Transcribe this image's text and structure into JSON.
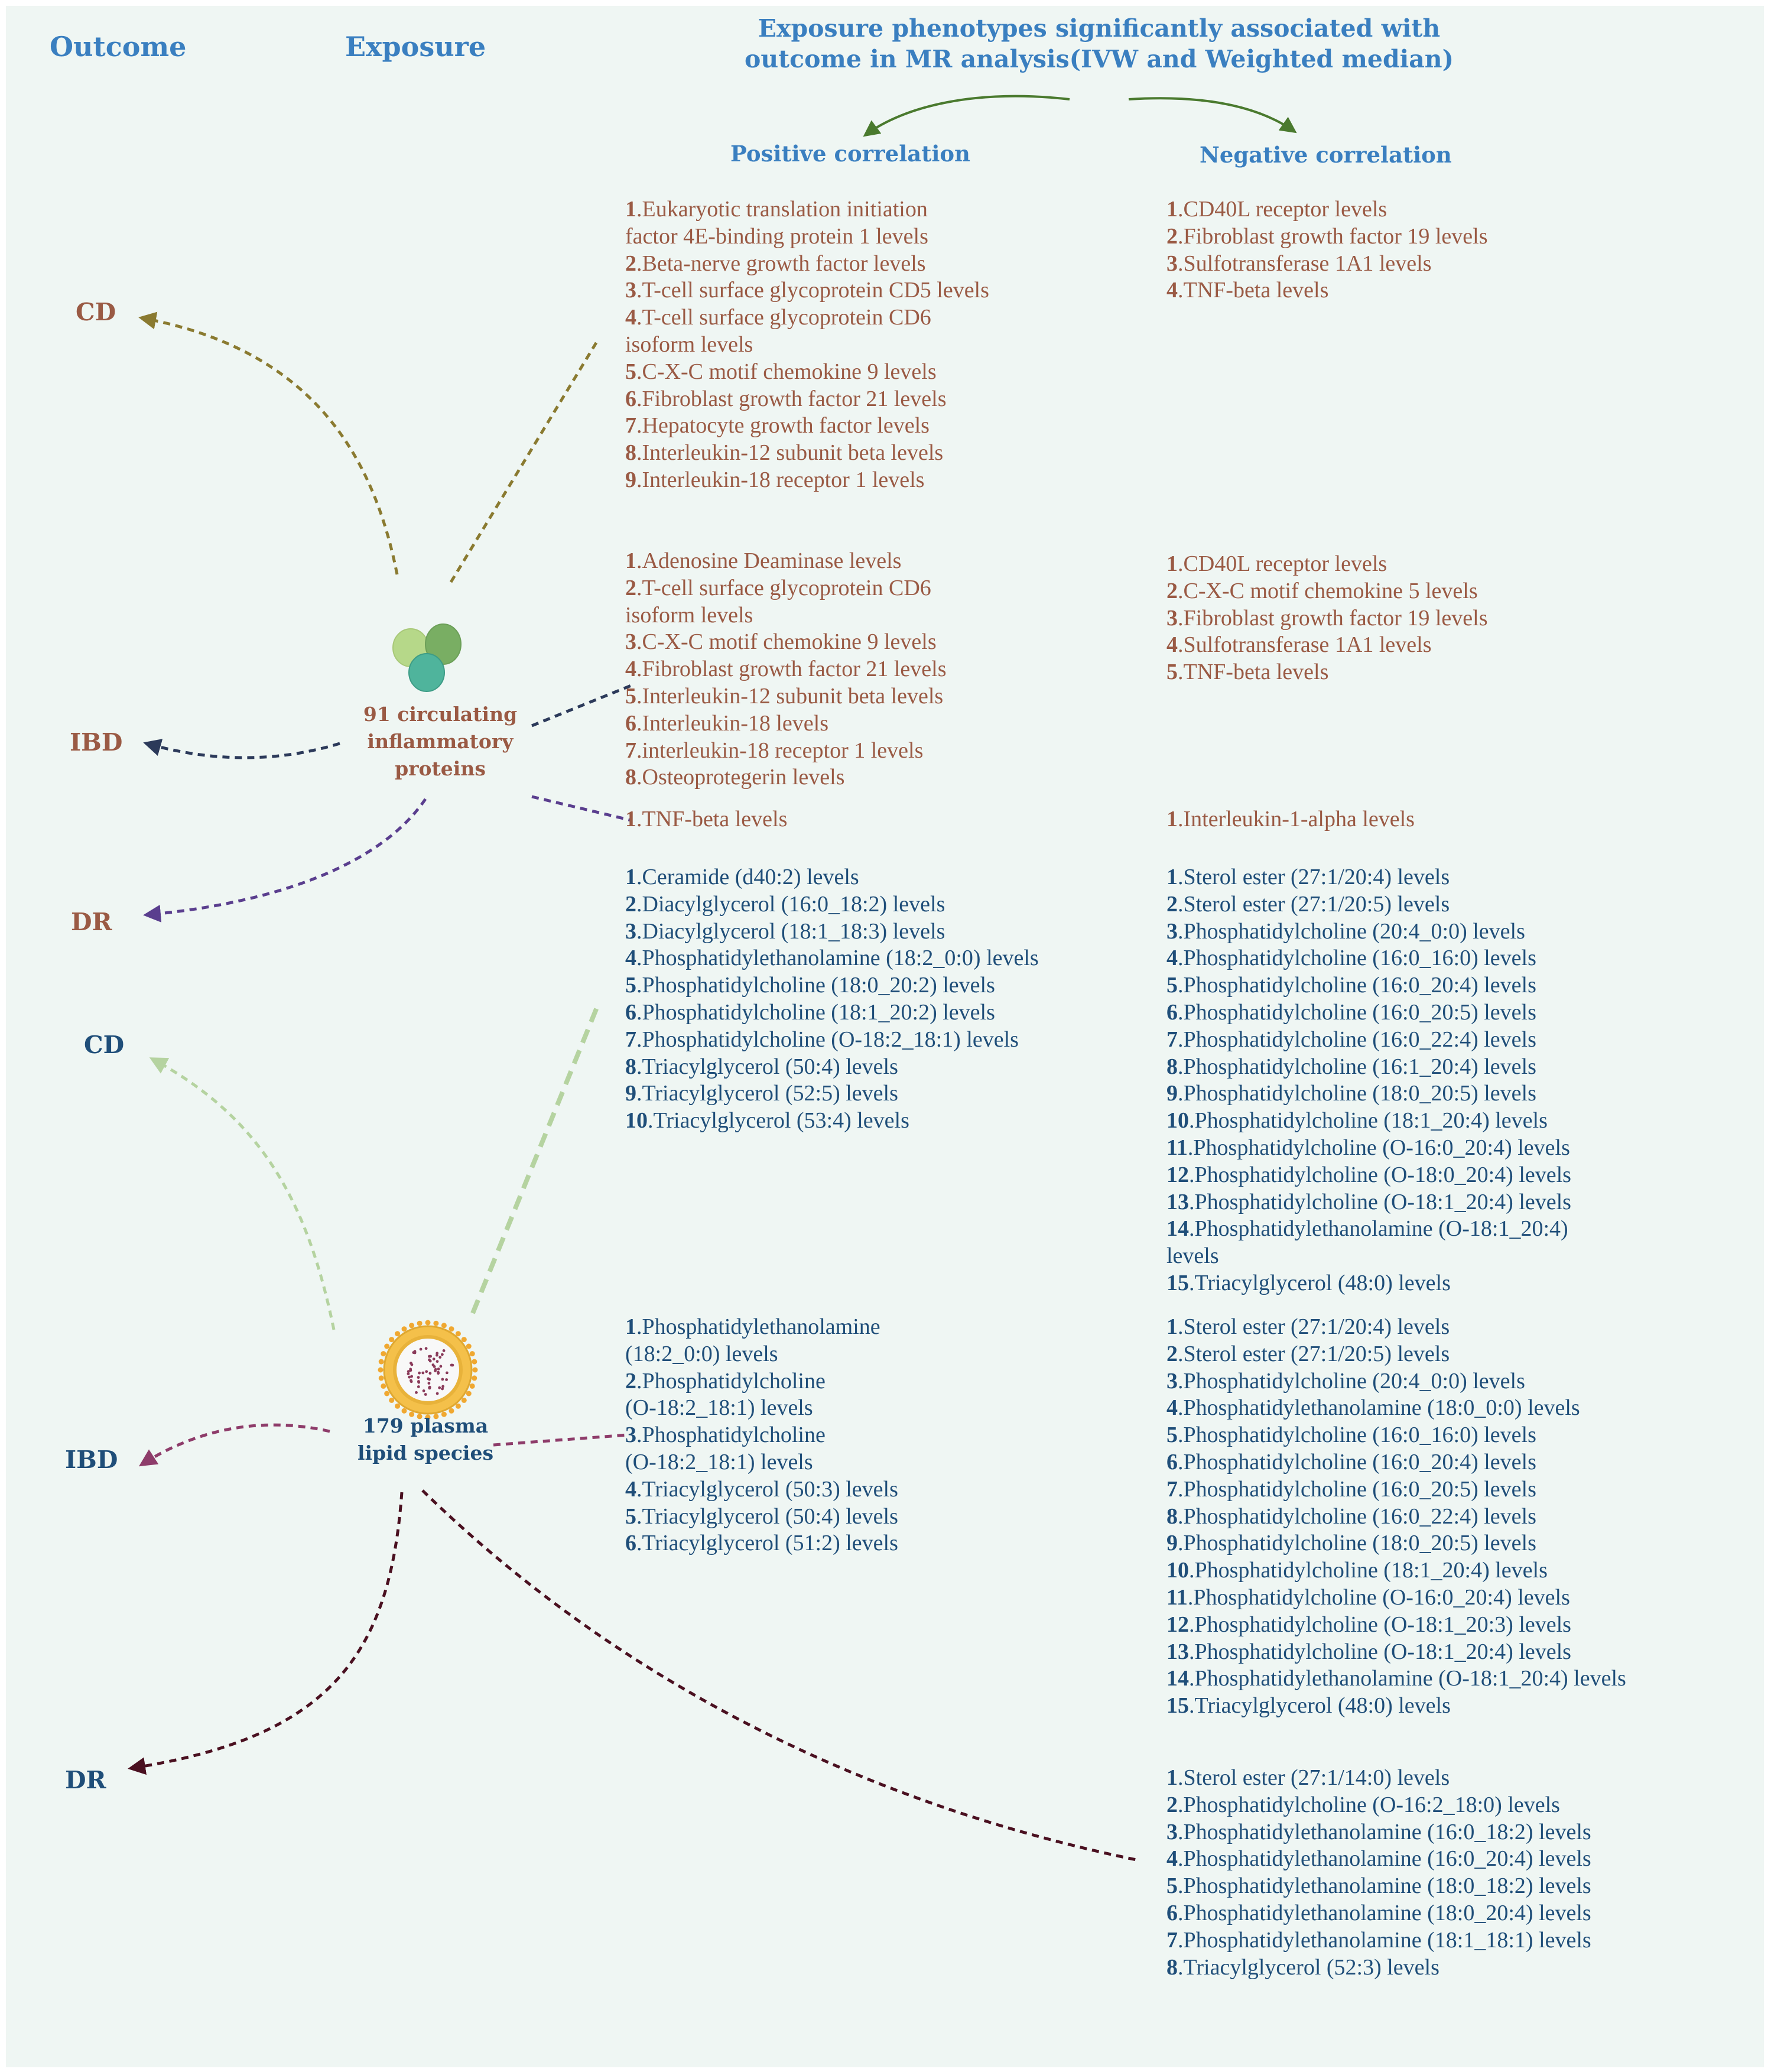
{
  "headers": {
    "outcome": "Outcome",
    "exposure": "Exposure",
    "title_line1": "Exposure phenotypes significantly associated with",
    "title_line2": "outcome in MR analysis(IVW and Weighted median)",
    "positive": "Positive correlation",
    "negative": "Negative correlation"
  },
  "exposures": {
    "proteins": {
      "line1": "91 circulating",
      "line2": "inflammatory",
      "line3": "proteins",
      "icon": "protein-cluster-icon"
    },
    "lipids": {
      "line1": "179 plasma",
      "line2": "lipid species",
      "icon": "lipid-vesicle-icon"
    }
  },
  "outcomes": {
    "protein_cd": "CD",
    "protein_ibd": "IBD",
    "protein_dr": "DR",
    "lipid_cd": "CD",
    "lipid_ibd": "IBD",
    "lipid_dr": "DR"
  },
  "colors": {
    "header": "#3a7fc0",
    "protein_text": "#9a5a44",
    "lipid_text": "#1f4e79",
    "panel_bg": "#eff6f3",
    "title_arrow": "#4a7a2e",
    "protein_cd_arrow": "#8a7a30",
    "protein_ibd_arrow": "#2c3a5a",
    "protein_dr_arrow": "#5a3e8e",
    "lipid_cd_arrow": "#b5d3a0",
    "lipid_ibd_arrow": "#8e3c6a",
    "lipid_dr_arrow": "#4a1020",
    "protein_link": "#8a7a30",
    "lipid_link": "#b5d3a0"
  },
  "lists": {
    "protein_cd_pos": [
      [
        "1",
        ".Eukaryotic translation initiation"
      ],
      [
        "",
        "factor 4E-binding protein 1 levels"
      ],
      [
        "2",
        ".Beta-nerve growth factor levels"
      ],
      [
        "3",
        ".T-cell surface glycoprotein CD5 levels"
      ],
      [
        "4",
        ".T-cell surface glycoprotein CD6"
      ],
      [
        "",
        "isoform levels"
      ],
      [
        "5",
        ".C-X-C motif chemokine 9 levels"
      ],
      [
        "6",
        ".Fibroblast growth factor 21 levels"
      ],
      [
        "7",
        ".Hepatocyte growth factor levels"
      ],
      [
        "8",
        ".Interleukin-12 subunit beta levels"
      ],
      [
        "9",
        ".Interleukin-18 receptor 1 levels"
      ]
    ],
    "protein_cd_neg": [
      [
        "1",
        ".CD40L receptor levels"
      ],
      [
        "2",
        ".Fibroblast growth factor 19 levels"
      ],
      [
        "3",
        ".Sulfotransferase 1A1 levels"
      ],
      [
        "4",
        ".TNF-beta levels"
      ]
    ],
    "protein_ibd_pos": [
      [
        "1",
        ".Adenosine Deaminase levels"
      ],
      [
        "2",
        ".T-cell surface glycoprotein CD6"
      ],
      [
        "",
        "isoform levels"
      ],
      [
        "3",
        ".C-X-C motif chemokine 9 levels"
      ],
      [
        "4",
        ".Fibroblast growth factor 21 levels"
      ],
      [
        "5",
        ".Interleukin-12 subunit beta levels"
      ],
      [
        "6",
        ".Interleukin-18 levels"
      ],
      [
        "7",
        ".interleukin-18 receptor 1 levels"
      ],
      [
        "8",
        ".Osteoprotegerin levels"
      ]
    ],
    "protein_ibd_neg": [
      [
        "1",
        ".CD40L receptor levels"
      ],
      [
        "2",
        ".C-X-C motif chemokine 5 levels"
      ],
      [
        "3",
        ".Fibroblast growth factor 19 levels"
      ],
      [
        "4",
        ".Sulfotransferase 1A1 levels"
      ],
      [
        "5",
        ".TNF-beta levels"
      ]
    ],
    "protein_dr_pos": [
      [
        "1",
        ".TNF-beta levels"
      ]
    ],
    "protein_dr_neg": [
      [
        "1",
        ".Interleukin-1-alpha levels"
      ]
    ],
    "lipid_cd_pos": [
      [
        "1",
        ".Ceramide (d40:2) levels"
      ],
      [
        "2",
        ".Diacylglycerol (16:0_18:2) levels"
      ],
      [
        "3",
        ".Diacylglycerol (18:1_18:3) levels"
      ],
      [
        "4",
        ".Phosphatidylethanolamine (18:2_0:0) levels"
      ],
      [
        "5",
        ".Phosphatidylcholine (18:0_20:2) levels"
      ],
      [
        "6",
        ".Phosphatidylcholine (18:1_20:2) levels"
      ],
      [
        "7",
        ".Phosphatidylcholine (O-18:2_18:1) levels"
      ],
      [
        "8",
        ".Triacylglycerol (50:4) levels"
      ],
      [
        "9",
        ".Triacylglycerol (52:5) levels"
      ],
      [
        "10",
        ".Triacylglycerol (53:4) levels"
      ]
    ],
    "lipid_cd_neg": [
      [
        "1",
        ".Sterol ester (27:1/20:4) levels"
      ],
      [
        "2",
        ".Sterol ester (27:1/20:5) levels"
      ],
      [
        "3",
        ".Phosphatidylcholine (20:4_0:0) levels"
      ],
      [
        "4",
        ".Phosphatidylcholine (16:0_16:0) levels"
      ],
      [
        "5",
        ".Phosphatidylcholine (16:0_20:4) levels"
      ],
      [
        "6",
        ".Phosphatidylcholine (16:0_20:5) levels"
      ],
      [
        "7",
        ".Phosphatidylcholine (16:0_22:4) levels"
      ],
      [
        "8",
        ".Phosphatidylcholine (16:1_20:4) levels"
      ],
      [
        "9",
        ".Phosphatidylcholine (18:0_20:5) levels"
      ],
      [
        "10",
        ".Phosphatidylcholine (18:1_20:4) levels"
      ],
      [
        "11",
        ".Phosphatidylcholine (O-16:0_20:4) levels"
      ],
      [
        "12",
        ".Phosphatidylcholine (O-18:0_20:4) levels"
      ],
      [
        "13",
        ".Phosphatidylcholine (O-18:1_20:4) levels"
      ],
      [
        "14",
        ".Phosphatidylethanolamine (O-18:1_20:4)"
      ],
      [
        "",
        "levels"
      ],
      [
        "15",
        ".Triacylglycerol (48:0) levels"
      ]
    ],
    "lipid_ibd_pos": [
      [
        "1",
        ".Phosphatidylethanolamine"
      ],
      [
        "",
        "(18:2_0:0) levels"
      ],
      [
        "2",
        ".Phosphatidylcholine"
      ],
      [
        "",
        "(O-18:2_18:1) levels"
      ],
      [
        "3",
        ".Phosphatidylcholine"
      ],
      [
        "",
        "(O-18:2_18:1) levels"
      ],
      [
        "4",
        ".Triacylglycerol (50:3) levels"
      ],
      [
        "5",
        ".Triacylglycerol (50:4) levels"
      ],
      [
        "6",
        ".Triacylglycerol (51:2) levels"
      ]
    ],
    "lipid_ibd_neg": [
      [
        "1",
        ".Sterol ester (27:1/20:4) levels"
      ],
      [
        "2",
        ".Sterol ester (27:1/20:5) levels"
      ],
      [
        "3",
        ".Phosphatidylcholine (20:4_0:0) levels"
      ],
      [
        "4",
        ".Phosphatidylethanolamine (18:0_0:0) levels"
      ],
      [
        "5",
        ".Phosphatidylcholine (16:0_16:0) levels"
      ],
      [
        "6",
        ".Phosphatidylcholine (16:0_20:4) levels"
      ],
      [
        "7",
        ".Phosphatidylcholine (16:0_20:5) levels"
      ],
      [
        "8",
        ".Phosphatidylcholine (16:0_22:4) levels"
      ],
      [
        "9",
        ".Phosphatidylcholine (18:0_20:5) levels"
      ],
      [
        "10",
        ".Phosphatidylcholine (18:1_20:4) levels"
      ],
      [
        "11",
        ".Phosphatidylcholine (O-16:0_20:4) levels"
      ],
      [
        "12",
        ".Phosphatidylcholine (O-18:1_20:3) levels"
      ],
      [
        "13",
        ".Phosphatidylcholine (O-18:1_20:4) levels"
      ],
      [
        "14",
        ".Phosphatidylethanolamine (O-18:1_20:4) levels"
      ],
      [
        "15",
        ".Triacylglycerol (48:0) levels"
      ]
    ],
    "lipid_dr_neg": [
      [
        "1",
        ".Sterol ester (27:1/14:0) levels"
      ],
      [
        "2",
        ".Phosphatidylcholine (O-16:2_18:0) levels"
      ],
      [
        "3",
        ".Phosphatidylethanolamine (16:0_18:2) levels"
      ],
      [
        "4",
        ".Phosphatidylethanolamine (16:0_20:4) levels"
      ],
      [
        "5",
        ".Phosphatidylethanolamine (18:0_18:2) levels"
      ],
      [
        "6",
        ".Phosphatidylethanolamine (18:0_20:4) levels"
      ],
      [
        "7",
        ".Phosphatidylethanolamine (18:1_18:1) levels"
      ],
      [
        "8",
        ".Triacylglycerol (52:3) levels"
      ]
    ]
  }
}
